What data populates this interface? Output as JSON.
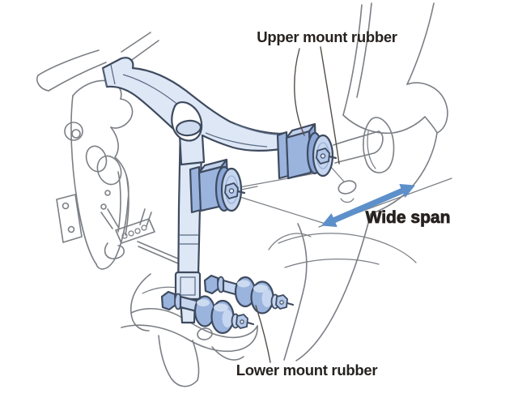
{
  "diagram": {
    "labels": {
      "upper_mount": "Upper mount rubber",
      "lower_mount": "Lower mount rubber",
      "wide_span": "Wide span"
    },
    "colors": {
      "background": "#ffffff",
      "line_art": "#7b7f85",
      "part_outline": "#3e4a5e",
      "part_fill_light": "#dde7f5",
      "part_fill_mid": "#9ab4de",
      "part_fill_pale": "#c6d6f0",
      "arrow_blue": "#5d90ca",
      "leader_line": "#554e49",
      "label_text": "#27221f"
    }
  }
}
